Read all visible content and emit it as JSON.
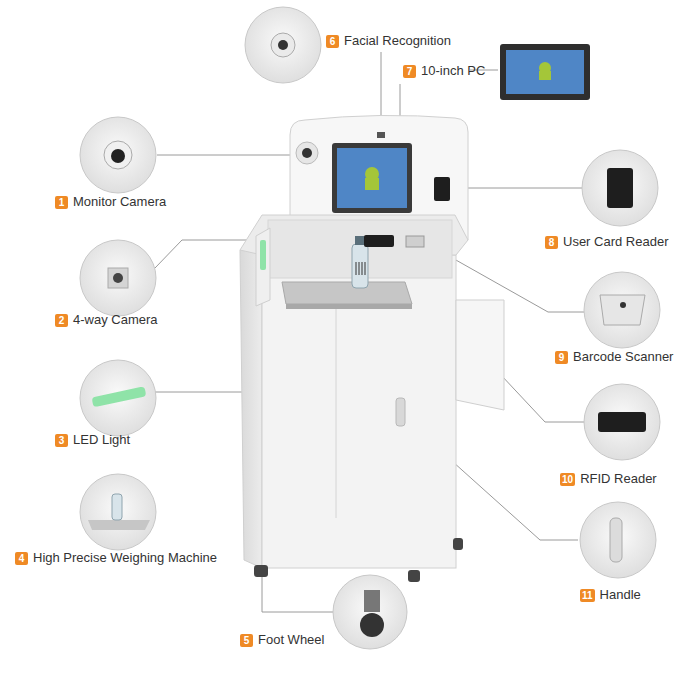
{
  "diagram": {
    "nodes": [
      {
        "text": [
          "1",
          "Monitor Camera"
        ]
      },
      {
        "text": [
          "2",
          "4-way Camera"
        ]
      },
      {
        "text": [
          "3",
          "LED Light"
        ]
      },
      {
        "text": [
          "4",
          "High Precise Weighing Machine"
        ]
      },
      {
        "text": [
          "5",
          "Foot Wheel"
        ]
      },
      {
        "text": [
          "6",
          "Facial Recognition"
        ]
      },
      {
        "text": [
          "7",
          "10-inch PC"
        ]
      },
      {
        "text": [
          "8",
          "User Card Reader"
        ]
      },
      {
        "text": [
          "9",
          "Barcode Scanner"
        ]
      },
      {
        "text": [
          "10",
          "RFID Reader"
        ]
      },
      {
        "text": [
          "11",
          "Handle"
        ]
      }
    ]
  }
}
